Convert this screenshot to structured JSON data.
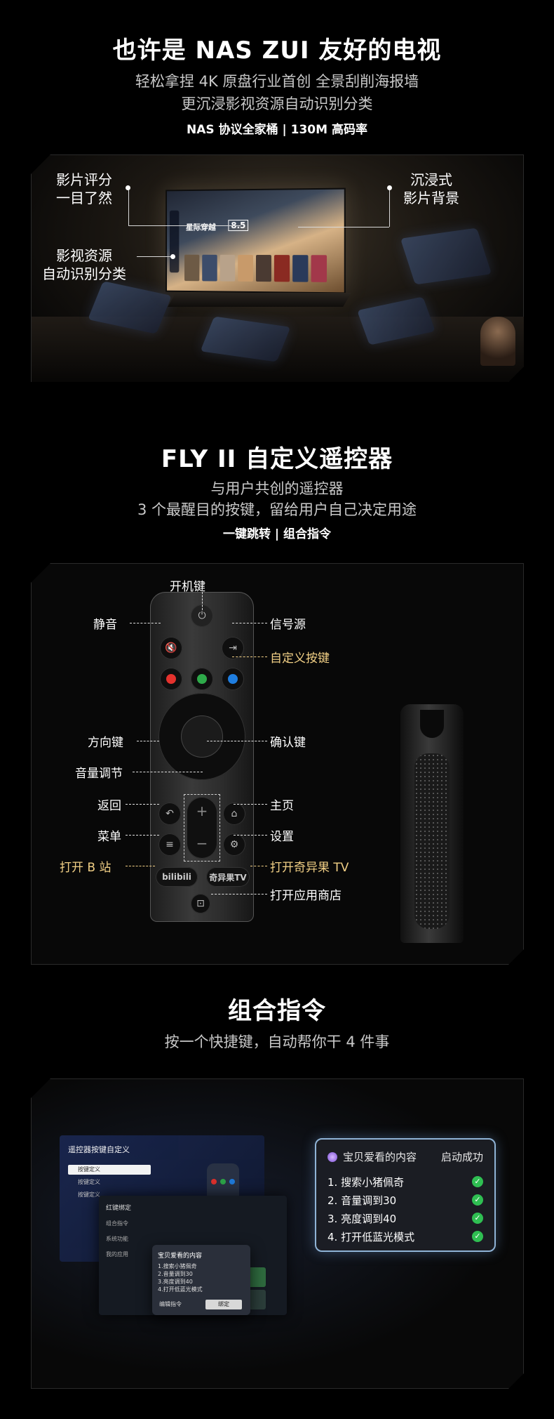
{
  "section1": {
    "title": "也许是 NAS ZUI 友好的电视",
    "subtitle_1": "轻松拿捏 4K 原盘行业首创 全景刮削海报墙",
    "subtitle_2": "更沉浸影视资源自动识别分类",
    "tagline": "NAS 协议全家桶 | 130M 高码率",
    "callouts": {
      "rating": "影片评分\n一目了然",
      "resources": "影视资源\n自动识别分类",
      "background": "沉浸式\n影片背景"
    },
    "tv": {
      "movie_title": "星际穿越",
      "score": "8.5"
    }
  },
  "section2": {
    "title": "FLY II 自定义遥控器",
    "subtitle_1": "与用户共创的遥控器",
    "subtitle_2": "3 个最醒目的按键，留给用户自己决定用途",
    "tagline": "一键跳转 | 组合指令",
    "labels": {
      "power": "开机键",
      "mute": "静音",
      "source": "信号源",
      "custom": "自定义按键",
      "dpad": "方向键",
      "ok": "确认键",
      "volume": "音量调节",
      "back": "返回",
      "home": "主页",
      "menu": "菜单",
      "settings": "设置",
      "bilibili": "打开 B 站",
      "iqiyi": "打开奇异果 TV",
      "appstore": "打开应用商店"
    },
    "remote_pills": {
      "bilibili": "bilibili",
      "iqiyi": "奇异果TV"
    }
  },
  "section3": {
    "title": "组合指令",
    "subtitle": "按一个快捷键，自动帮你干 4 件事",
    "status_card": {
      "name": "宝贝爱看的内容",
      "status": "启动成功",
      "items": [
        "1. 搜索小猪佩奇",
        "2. 音量调到30",
        "3. 亮度调到40",
        "4. 打开低蓝光模式"
      ]
    },
    "ui_back": {
      "title": "遥控器按键自定义",
      "rows": [
        "按键定义",
        "按键定义",
        "按键定义"
      ]
    },
    "ui_modal": {
      "title": "宝贝爱看的内容",
      "lines": [
        "1.搜索小猪佩奇",
        "2.音量调到30",
        "3.亮度调到40",
        "4.打开低蓝光模式"
      ],
      "edit_label": "编辑指令",
      "bind_label": "绑定"
    },
    "ui_front": {
      "header": "红键绑定",
      "menu": [
        "组合指令",
        "系统功能",
        "我的应用"
      ]
    }
  },
  "colors": {
    "accent_gold": "#f1cf85",
    "success_green": "#2fbf52",
    "card_border": "#8fb3d6"
  }
}
